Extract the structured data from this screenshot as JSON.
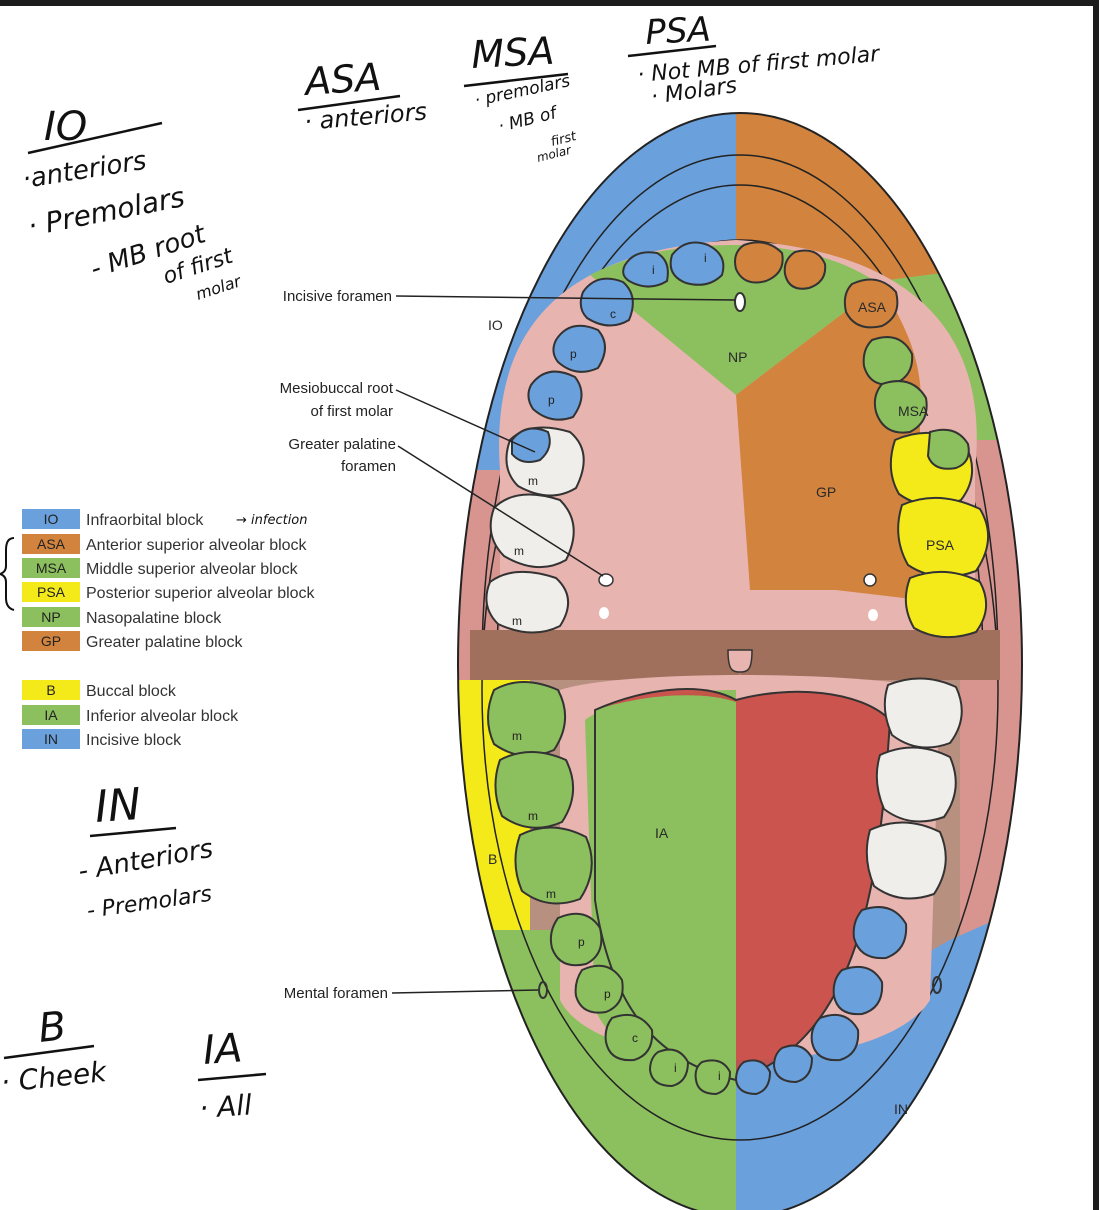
{
  "colors": {
    "io": "#6aa0dc",
    "asa": "#d2843e",
    "msa": "#8cbf5e",
    "psa": "#f4ea1a",
    "np": "#8cbf5e",
    "gp": "#d2843e",
    "b": "#f4ea1a",
    "ia": "#8cbf5e",
    "in": "#6aa0dc",
    "palate": "#e8b4b0",
    "tongue": "#c84a44",
    "mucosa": "#a07060"
  },
  "callouts": {
    "incisive_foramen": "Incisive foramen",
    "mb_root_line1": "Mesiobuccal root",
    "mb_root_line2": "of first molar",
    "greater_palatine_line1": "Greater palatine",
    "greater_palatine_line2": "foramen",
    "mental_foramen": "Mental foramen"
  },
  "region_labels": {
    "io": "IO",
    "np": "NP",
    "asa": "ASA",
    "msa": "MSA",
    "gp": "GP",
    "psa": "PSA",
    "b": "B",
    "ia": "IA",
    "in": "IN"
  },
  "tooth_labels": {
    "incisor": "i",
    "canine": "c",
    "premolar": "p",
    "molar": "m"
  },
  "legend": [
    {
      "code": "IO",
      "label": "Infraorbital block",
      "color": "#6aa0dc"
    },
    {
      "code": "ASA",
      "label": "Anterior superior alveolar block",
      "color": "#d2843e"
    },
    {
      "code": "MSA",
      "label": "Middle superior alveolar block",
      "color": "#8cbf5e"
    },
    {
      "code": "PSA",
      "label": "Posterior superior alveolar block",
      "color": "#f4ea1a"
    },
    {
      "code": "NP",
      "label": "Nasopalatine block",
      "color": "#8cbf5e"
    },
    {
      "code": "GP",
      "label": "Greater palatine block",
      "color": "#d2843e"
    },
    {
      "code": "B",
      "label": "Buccal block",
      "color": "#f4ea1a"
    },
    {
      "code": "IA",
      "label": "Inferior alveolar block",
      "color": "#8cbf5e"
    },
    {
      "code": "IN",
      "label": "Incisive block",
      "color": "#6aa0dc"
    }
  ],
  "handwritten": {
    "legend_io_note": "→ infection",
    "io_title": "IO",
    "io_1": "·anteriors",
    "io_2": "· Premolars",
    "io_3": "- MB root",
    "io_4": "of first",
    "io_5": "molar",
    "asa_title": "ASA",
    "asa_1": "· anteriors",
    "msa_title": "MSA",
    "msa_1": "· premolars",
    "msa_2": "· MB of",
    "msa_3": "first",
    "msa_4": "molar",
    "psa_title": "PSA",
    "psa_1": "· Not MB of first molar",
    "psa_2": "· Molars",
    "in_title": "IN",
    "in_1": "- Anteriors",
    "in_2": "- Premolars",
    "b_title": "B",
    "b_1": "· Cheek",
    "ia_title": "IA",
    "ia_1": "· All"
  }
}
